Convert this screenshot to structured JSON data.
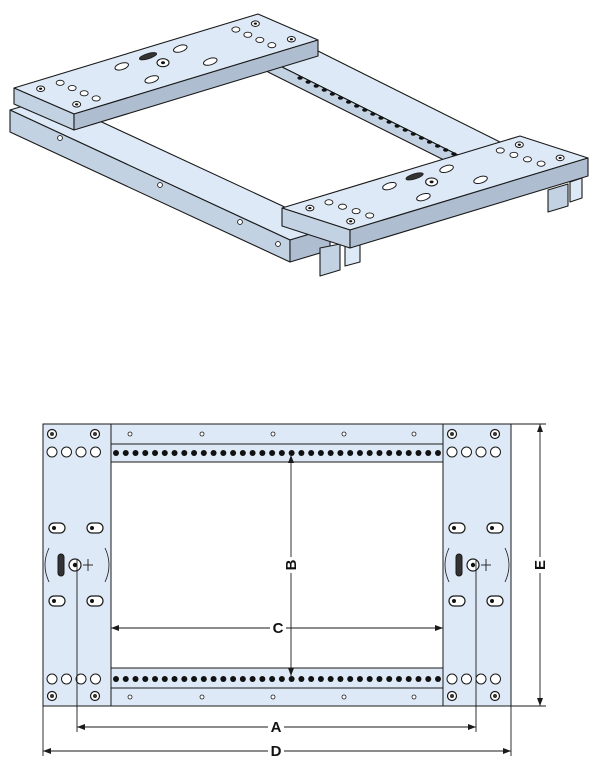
{
  "colors": {
    "plate": "#dde9f6",
    "plate_shade": "#c3d2e3",
    "plate_dark": "#aebdd0",
    "line": "#1a1a1a",
    "hole": "#111111",
    "background": "#ffffff"
  },
  "dimensions": {
    "a_label": "A",
    "b_label": "B",
    "c_label": "C",
    "d_label": "D",
    "e_label": "E"
  },
  "rail": {
    "hole_count": 34
  }
}
